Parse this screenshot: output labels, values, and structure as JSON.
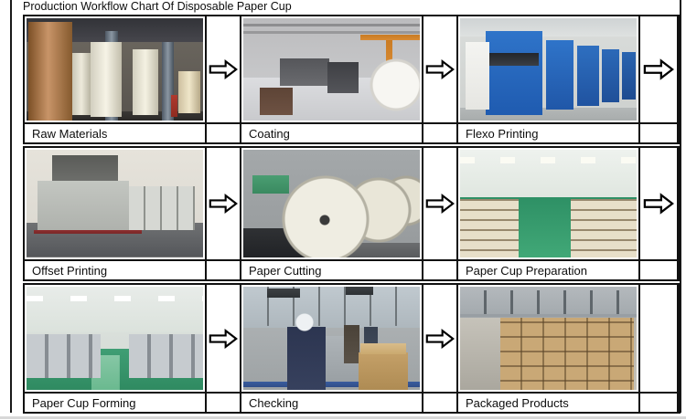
{
  "workflow": {
    "title": "Production Workflow Chart Of Disposable Paper Cup",
    "rows": [
      {
        "steps": [
          {
            "label": "Raw Materials",
            "photo_alt": "Warehouse with large brown and white paper rolls"
          },
          {
            "label": "Coating",
            "photo_alt": "Coating machine line with white paper roll and orange gantry"
          },
          {
            "label": "Flexo Printing",
            "photo_alt": "Row of blue flexo printing machines with white paper web"
          }
        ],
        "end_arrow": true
      },
      {
        "steps": [
          {
            "label": "Offset Printing",
            "photo_alt": "Gray offset printing press in workshop"
          },
          {
            "label": "Paper Cutting",
            "photo_alt": "Large white paper rolls mounted on cutting machines"
          },
          {
            "label": "Paper Cup Preparation",
            "photo_alt": "Hall of racks with cup blanks and green floor aisle"
          }
        ],
        "end_arrow": true
      },
      {
        "steps": [
          {
            "label": "Paper Cup Forming",
            "photo_alt": "Factory hall with rows of cup forming machines and green floor"
          },
          {
            "label": "Checking",
            "photo_alt": "Workers in caps checking cups at machines beside cardboard box"
          },
          {
            "label": "Packaged Products",
            "photo_alt": "Warehouse stacked with brown cardboard boxes on pallets"
          }
        ],
        "end_arrow": false
      }
    ]
  },
  "icons": {
    "arrow": "hollow-right-block-arrow"
  },
  "colors": {
    "grid_border": "#111111",
    "page_background": "#ffffff",
    "arrow_fill": "#ffffff",
    "arrow_stroke": "#000000",
    "bottom_strip": "#d8d8d8"
  }
}
